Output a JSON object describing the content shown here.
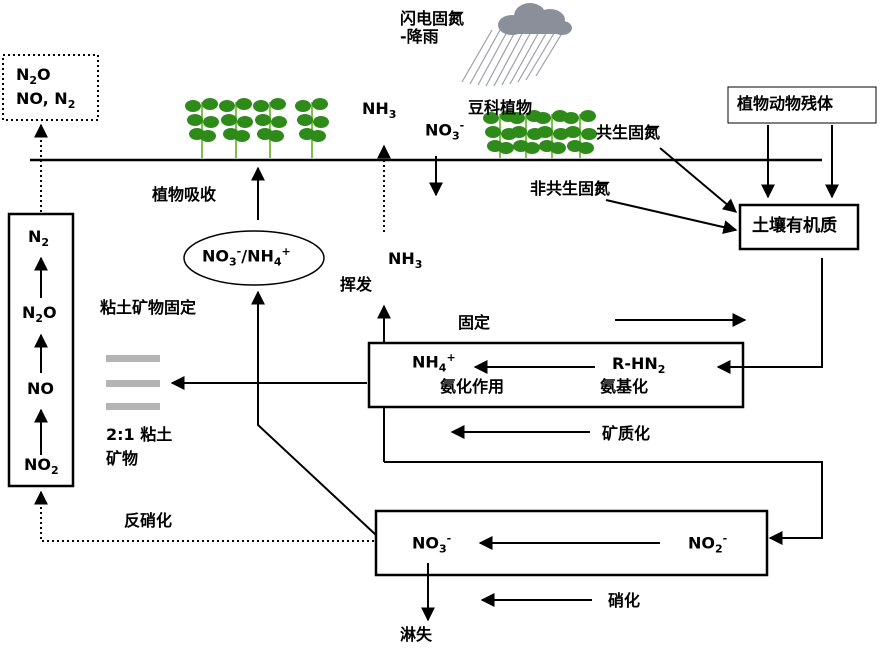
{
  "colors": {
    "line": "#000000",
    "plant": "#2e8b1a",
    "stem": "#7cc24a",
    "cloud": "#8a8f99",
    "rain": "#9aa0aa",
    "clay": "#b4b4b4"
  },
  "icons": [
    "cloud-rain-icon",
    "plant-row-icon",
    "clay-layers-icon"
  ],
  "labels": {
    "lightning_fixation_line1": "闪电固氮",
    "lightning_fixation_line2": "-降雨",
    "legume": "豆科植物",
    "plant_animal_residue": "植物动物残体",
    "symbiotic_fixation": "共生固氮",
    "nonsymbiotic_fixation": "非共生固氮",
    "soil_organic_matter": "土壤有机质",
    "plant_uptake": "植物吸收",
    "volatilization": "挥发",
    "clay_fixation": "粘土矿物固定",
    "fixation": "固定",
    "ammonification": "氨化作用",
    "aminization": "氨基化",
    "mineralization": "矿质化",
    "clay_21_line1": "2:1 粘土",
    "clay_21_line2": "矿物",
    "denitrification": "反硝化",
    "nitrification": "硝化",
    "leaching": "淋失"
  },
  "chem": {
    "top_left_line1": {
      "a": "N",
      "sub": "2",
      "b": "O"
    },
    "top_left_line2": {
      "a": "NO, N",
      "sub": "2"
    },
    "nh3_top": {
      "a": "NH",
      "sub": "3"
    },
    "no3_top": {
      "a": "NO",
      "sub": "3",
      "sup": "-"
    },
    "no3_nh4": {
      "a": "NO",
      "sub1": "3",
      "sup1": "-",
      "b": "/NH",
      "sub2": "4",
      "sup2": "+"
    },
    "nh3_mid": {
      "a": "NH",
      "sub": "3"
    },
    "nh4": {
      "a": "NH",
      "sub": "4",
      "sup": "+"
    },
    "rhn2": {
      "a": "R-HN",
      "sub": "2"
    },
    "chain_n2": {
      "a": "N",
      "sub": "2"
    },
    "chain_n2o": {
      "a": "N",
      "sub": "2",
      "b": "O"
    },
    "chain_no": {
      "a": "NO"
    },
    "chain_no2": {
      "a": "NO",
      "sub": "2"
    },
    "no3_bottom": {
      "a": "NO",
      "sub": "3",
      "sup": "-"
    },
    "no2_bottom": {
      "a": "NO",
      "sub": "2",
      "sup": "-"
    }
  }
}
